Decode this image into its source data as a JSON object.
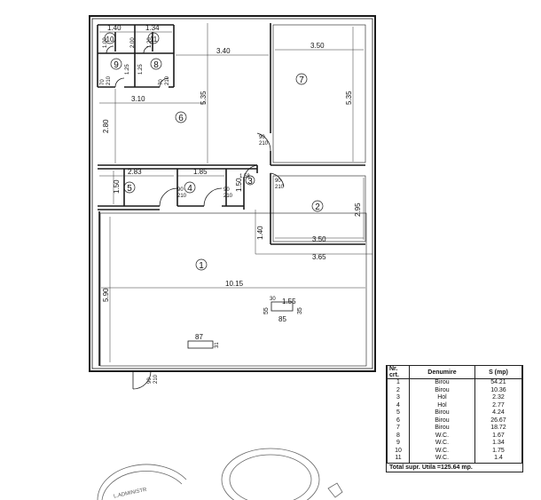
{
  "rooms": [
    {
      "id": "1",
      "name": "Birou",
      "area": "54.21"
    },
    {
      "id": "2",
      "name": "Birou",
      "area": "10.36"
    },
    {
      "id": "3",
      "name": "Hol",
      "area": "2.32"
    },
    {
      "id": "4",
      "name": "Hol",
      "area": "2.77"
    },
    {
      "id": "5",
      "name": "Birou",
      "area": "4.24"
    },
    {
      "id": "6",
      "name": "Birou",
      "area": "26.67"
    },
    {
      "id": "7",
      "name": "Birou",
      "area": "18.72"
    },
    {
      "id": "8",
      "name": "W.C.",
      "area": "1.67"
    },
    {
      "id": "9",
      "name": "W.C.",
      "area": "1.34"
    },
    {
      "id": "10",
      "name": "W.C.",
      "area": "1.75"
    },
    {
      "id": "11",
      "name": "W.C.",
      "area": "1.4"
    }
  ],
  "dimensions": {
    "d_1_40": "1.40",
    "d_1_34": "1.34",
    "d_3_40": "3.40",
    "d_3_50_top": "3.50",
    "d_5_35_a": "5.35",
    "d_5_35_b": "5.35",
    "d_3_10": "3.10",
    "d_2_80": "2.80",
    "d_2_83": "2.83",
    "d_1_85": "1.85",
    "d_1_50": "1.50",
    "d_1_58": "1.58",
    "d_1_50_b": "1.50",
    "d_2_95": "2.95",
    "d_1_40_b": "1.40",
    "d_3_50_mid": "3.50",
    "d_3_65": "3.65",
    "d_5_90": "5.90",
    "d_10_15": "10.15",
    "d_1_00": "1.00",
    "d_1_20": "1.20",
    "d_1_25_a": "1.25",
    "d_1_25_b": "1.25",
    "d_2_00": "2.00",
    "d_1_55": "1.55",
    "d_0_30": "30",
    "d_0_35": "35",
    "d_0_55": "55",
    "d_0_85": "85",
    "d_0_87": "87",
    "d_0_31": "31"
  },
  "doors": {
    "top": "90",
    "bottom": "210",
    "entrance_top": "90",
    "entrance_bottom": "210",
    "wc_top": "70",
    "wc_bottom": "210"
  },
  "legend": {
    "h_nr": "Nr.",
    "h_crt": "crt.",
    "h_name": "Denumire",
    "h_area": "S (mp)",
    "total": "Total supr. Utila =125.64 mp."
  },
  "stamp_text": "L.ADMINISTR",
  "colors": {
    "line": "#1a1a1a",
    "paper": "#ffffff",
    "stamp": "#666666"
  }
}
